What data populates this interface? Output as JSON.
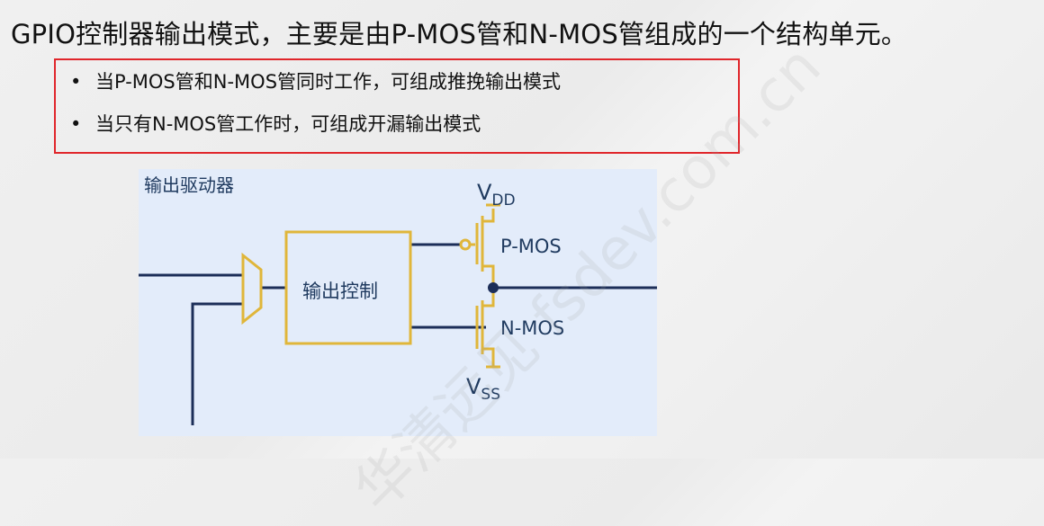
{
  "title": "GPIO控制器输出模式，主要是由P-MOS管和N-MOS管组成的一个结构单元。",
  "bullets": [
    {
      "marker": "•",
      "text": "当P-MOS管和N-MOS管同时工作，可组成推挽输出模式"
    },
    {
      "marker": "•",
      "text": "当只有N-MOS管工作时，可组成开漏输出模式"
    }
  ],
  "diagram": {
    "driver_label": "输出驱动器",
    "control_label": "输出控制",
    "pmos_label": "P-MOS",
    "nmos_label": "N-MOS",
    "vdd_main": "V",
    "vdd_sub": "DD",
    "vss_main": "V",
    "vss_sub": "SS"
  },
  "watermark": "华清远见 fsdev.com.cn",
  "colors": {
    "highlight_border": "#e0262b",
    "diagram_bg": "#e3ecfa",
    "wire": "#1c2e58",
    "component": "#e0b63a"
  }
}
